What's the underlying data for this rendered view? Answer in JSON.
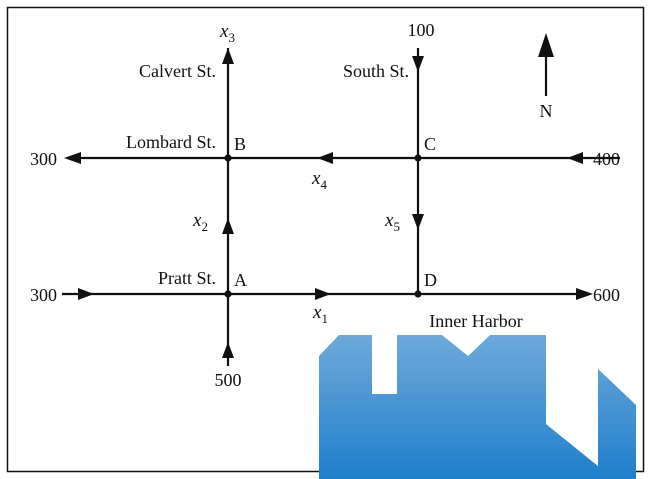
{
  "streets": {
    "calvert": "Calvert St.",
    "south": "South St.",
    "lombard": "Lombard St.",
    "pratt": "Pratt St."
  },
  "harbor": {
    "label": "Inner Harbor",
    "color": "#3d8fd1"
  },
  "compass": {
    "label": "N"
  },
  "nodes": {
    "a": "A",
    "b": "B",
    "c": "C",
    "d": "D"
  },
  "flows": {
    "calvert_south_in": "500",
    "south_north_in": "100",
    "lombard_west_out": "300",
    "lombard_east_in": "400",
    "pratt_west_in": "300",
    "pratt_east_out": "600"
  },
  "unknowns": {
    "x1": {
      "base": "x",
      "sub": "1"
    },
    "x2": {
      "base": "x",
      "sub": "2"
    },
    "x3": {
      "base": "x",
      "sub": "3"
    },
    "x4": {
      "base": "x",
      "sub": "4"
    },
    "x5": {
      "base": "x",
      "sub": "5"
    }
  }
}
